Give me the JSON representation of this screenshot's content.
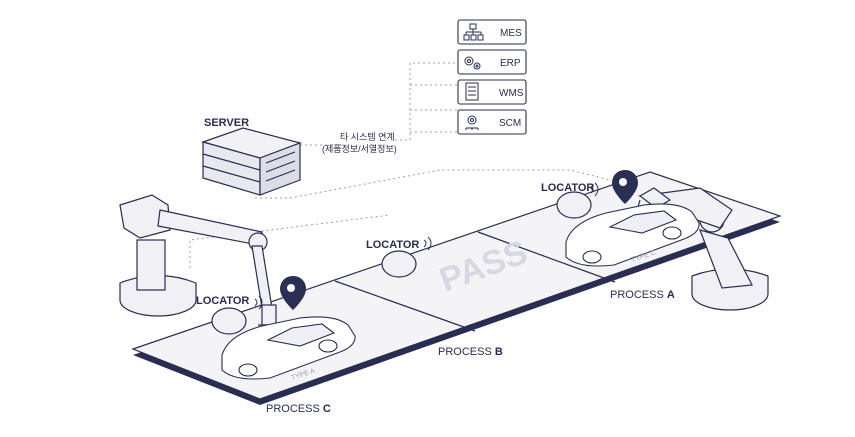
{
  "server": {
    "label": "SERVER"
  },
  "integration": {
    "line1": "타 시스템 연계",
    "line2": "(제품정보/서열정보)"
  },
  "systems": [
    {
      "label": "MES",
      "icon": "hierarchy-icon"
    },
    {
      "label": "ERP",
      "icon": "gears-icon"
    },
    {
      "label": "WMS",
      "icon": "checklist-icon"
    },
    {
      "label": "SCM",
      "icon": "gear-network-icon"
    }
  ],
  "locators": [
    {
      "label": "LOCATOR"
    },
    {
      "label": "LOCATOR"
    },
    {
      "label": "LOCATOR"
    }
  ],
  "floor": {
    "pass_text": "PASS"
  },
  "processes": {
    "c": {
      "prefix": "PROCESS ",
      "letter": "C"
    },
    "b": {
      "prefix": "PROCESS ",
      "letter": "B"
    },
    "a": {
      "prefix": "PROCESS ",
      "letter": "A"
    }
  },
  "cars": {
    "left": "TYPE A",
    "right": "TYPE C"
  },
  "colors": {
    "ink": "#2a2d52",
    "pin": "#2b2f55",
    "floor": "#f3f3f6",
    "pass": "#d8d9e2"
  }
}
